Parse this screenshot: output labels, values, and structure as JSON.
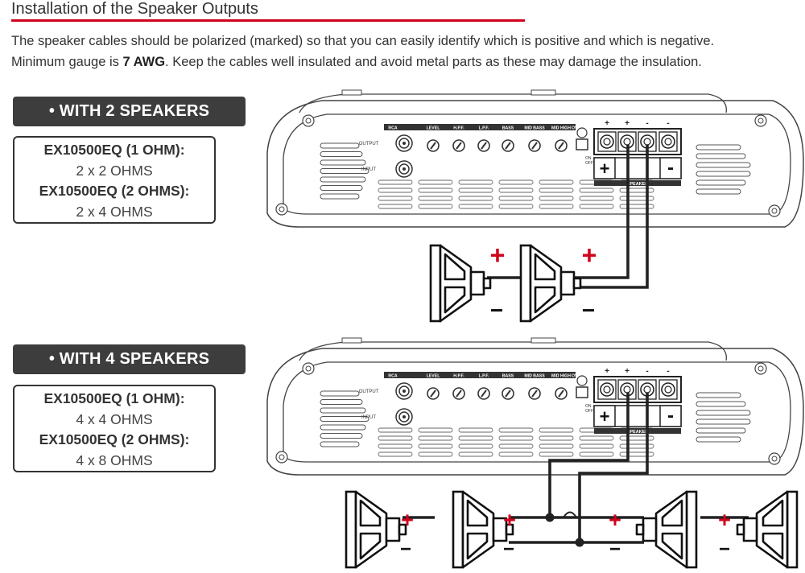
{
  "title": "Installation of the Speaker Outputs",
  "intro": {
    "line1": "The speaker cables should be polarized (marked) so that you can easily identify which is positive and which is negative.",
    "line2_before": "Minimum gauge is ",
    "line2_bold": "7 AWG",
    "line2_after": ". Keep the cables well insulated and avoid metal parts as these may damage the insulation."
  },
  "sections": [
    {
      "heading": "• WITH 2 SPEAKERS",
      "model1": "EX10500EQ (1 OHM):",
      "config1": "2 x 2 OHMS",
      "model2": "EX10500EQ (2 OHMS):",
      "config2": "2 x 4 OHMS"
    },
    {
      "heading": "• WITH 4 SPEAKERS",
      "model1": "EX10500EQ (1 OHM):",
      "config1": "4 x 4 OHMS",
      "model2": "EX10500EQ (2 OHMS):",
      "config2": "4 x 8 OHMS"
    }
  ],
  "amp_panel": {
    "labels": [
      "RCA",
      "LEVEL",
      "H.P.F.",
      "L.P.F.",
      "BASS",
      "MID BASS",
      "MID HIGH",
      "OVER CLIP"
    ],
    "output_label": "OUTPUT",
    "input_label": "INPUT",
    "speaker_label": "SPEAKER",
    "on_label": "ON",
    "off_label": "OFF",
    "terminal_signs": [
      "+",
      "+",
      "-",
      "-"
    ],
    "panel_signs": [
      "+",
      "-"
    ]
  },
  "polarity": {
    "plus": "+",
    "minus": "−"
  },
  "colors": {
    "accent_red": "#d0021b",
    "pill_bg": "#3d3d3d",
    "line": "#222222"
  }
}
